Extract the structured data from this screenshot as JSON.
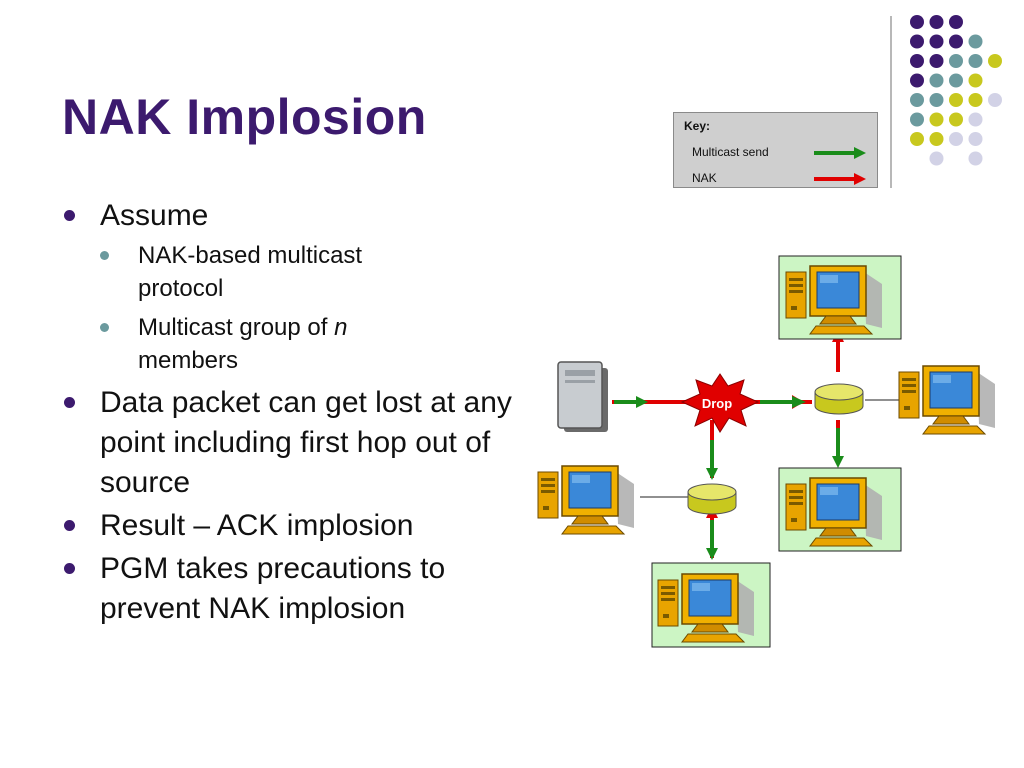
{
  "slide": {
    "title": "NAK Implosion",
    "bullets": [
      {
        "text": "Assume"
      },
      {
        "sub": [
          {
            "text": "NAK-based multicast protocol"
          },
          {
            "pre": "Multicast group of ",
            "em": "n",
            "post": " members"
          }
        ]
      },
      {
        "text": "Data packet can get lost at any point including first hop out of source"
      },
      {
        "text": "Result – ACK implosion"
      },
      {
        "text": "PGM takes precautions to prevent NAK implosion"
      }
    ]
  },
  "key": {
    "title": "Key:",
    "multicast_label": "Multicast send",
    "nak_label": "NAK",
    "multicast_color": "#1a8c1a",
    "nak_color": "#e00000"
  },
  "diagram": {
    "drop_label": "Drop"
  },
  "colors": {
    "title": "#3c1a6e",
    "dot_purple": "#3c1a6e",
    "dot_teal": "#6b9a9e",
    "dot_yellow": "#c8c81e",
    "dot_lavender": "#d2d2e6"
  }
}
